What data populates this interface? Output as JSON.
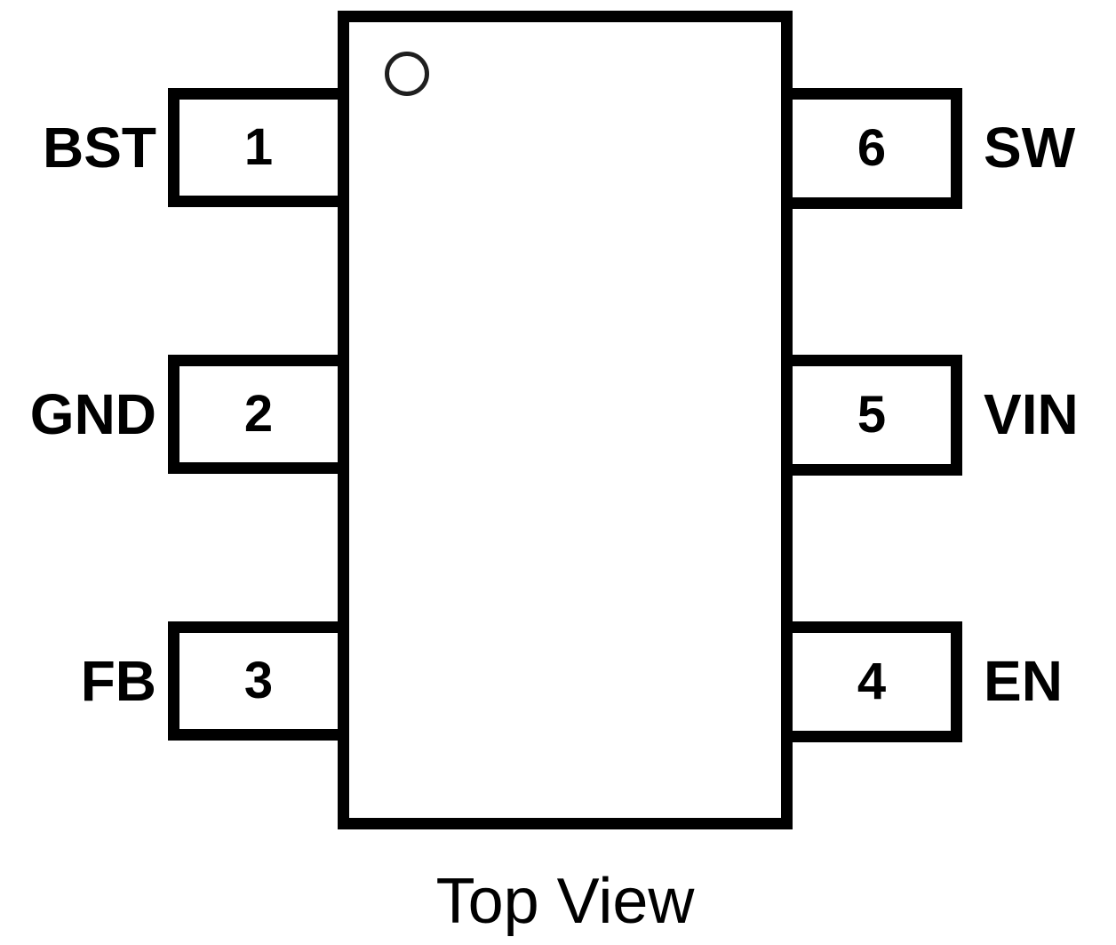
{
  "diagram": {
    "caption": "Top View",
    "pin1_marker": "circle",
    "colors": {
      "line": "#000000",
      "background": "#ffffff"
    },
    "pins": {
      "left": [
        {
          "number": "1",
          "name": "BST"
        },
        {
          "number": "2",
          "name": "GND"
        },
        {
          "number": "3",
          "name": "FB"
        }
      ],
      "right": [
        {
          "number": "6",
          "name": "SW"
        },
        {
          "number": "5",
          "name": "VIN"
        },
        {
          "number": "4",
          "name": "EN"
        }
      ]
    }
  }
}
